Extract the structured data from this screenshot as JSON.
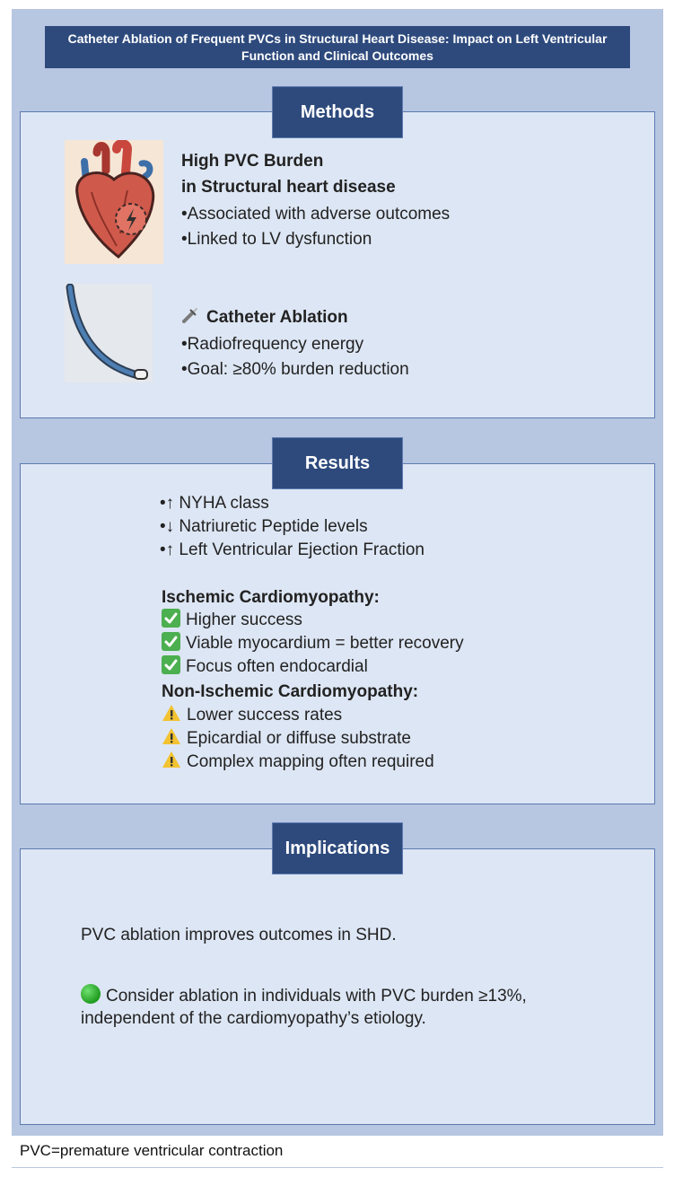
{
  "title": "Catheter Ablation of Frequent PVCs in Structural Heart Disease: Impact on Left Ventricular Function and Clinical Outcomes",
  "methods": {
    "tab_label": "Methods",
    "burden": {
      "heading_line1": "High PVC Burden",
      "heading_line2": "in Structural heart disease",
      "bullets": [
        "•Associated with adverse outcomes",
        "•Linked to LV dysfunction"
      ],
      "image_icon": "heart-illustration"
    },
    "ablation": {
      "heading": "Catheter Ablation",
      "heading_icon": "syringe-icon",
      "bullets": [
        "•Radiofrequency energy",
        "•Goal: ≥80% burden reduction"
      ],
      "image_icon": "catheter-illustration"
    }
  },
  "results": {
    "tab_label": "Results",
    "bullets": [
      "•↑ NYHA class",
      "•↓ Natriuretic Peptide levels",
      "•↑ Left Ventricular Ejection Fraction"
    ],
    "ischemic": {
      "heading": "Ischemic Cardiomyopathy:",
      "items": [
        "Higher success",
        "Viable myocardium = better recovery",
        "Focus often endocardial"
      ],
      "icon": "check-icon"
    },
    "non_ischemic": {
      "heading": "Non-Ischemic Cardiomyopathy:",
      "items": [
        "Lower success rates",
        "Epicardial or diffuse substrate",
        "Complex mapping often required"
      ],
      "icon": "warning-icon"
    }
  },
  "implications": {
    "tab_label": "Implications",
    "statement": "PVC ablation improves outcomes in SHD.",
    "recommendation_line1": "Consider ablation in individuals with PVC burden ≥13%,",
    "recommendation_line2": "independent of the cardiomyopathy’s etiology.",
    "recommendation_icon": "green-circle-icon"
  },
  "footnote": "PVC=premature ventricular contraction",
  "colors": {
    "header_navy": "#2e4a7d",
    "poster_background": "#b7c6e1",
    "panel_background": "#dde6f4",
    "check_green": "#4caf50",
    "warning_yellow": "#f2c230"
  }
}
